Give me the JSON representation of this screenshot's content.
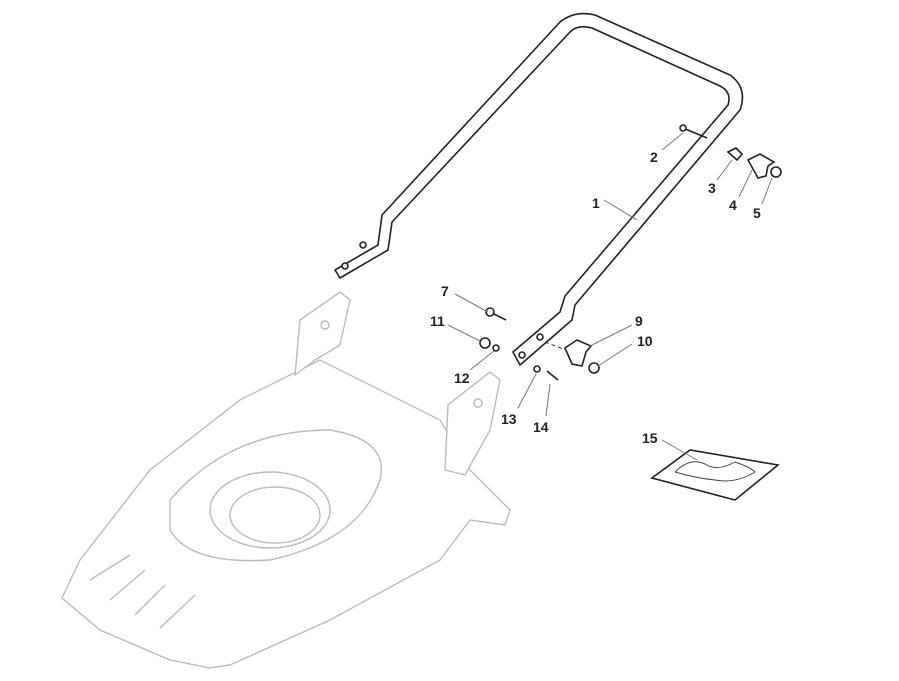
{
  "diagram": {
    "title": "Handle assembly exploded parts view",
    "callouts": [
      {
        "id": "1",
        "label": "1"
      },
      {
        "id": "2",
        "label": "2"
      },
      {
        "id": "3",
        "label": "3"
      },
      {
        "id": "4",
        "label": "4"
      },
      {
        "id": "5",
        "label": "5"
      },
      {
        "id": "7",
        "label": "7"
      },
      {
        "id": "9",
        "label": "9"
      },
      {
        "id": "10",
        "label": "10"
      },
      {
        "id": "11",
        "label": "11"
      },
      {
        "id": "12",
        "label": "12"
      },
      {
        "id": "13",
        "label": "13"
      },
      {
        "id": "14",
        "label": "14"
      },
      {
        "id": "15",
        "label": "15"
      }
    ]
  }
}
